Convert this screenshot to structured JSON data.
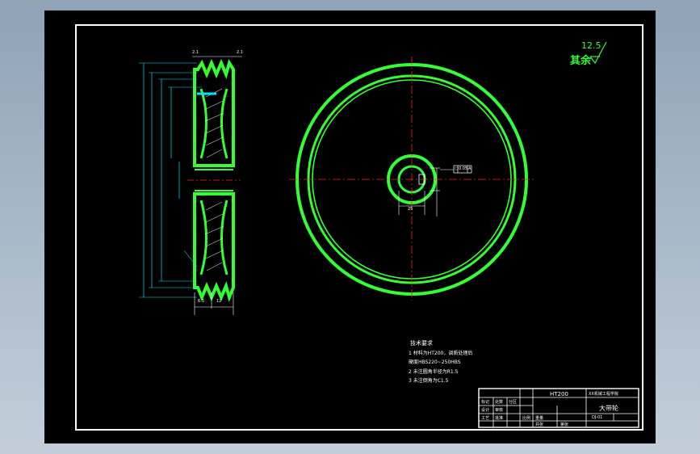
{
  "surface_finish": {
    "value": "12.5",
    "label": "其余"
  },
  "dimensions": {
    "top_left": "2.1",
    "top_right": "2.1",
    "bottom_left": "6.3",
    "bottom_right": "12"
  },
  "hub_detail": {
    "bore_label": "25"
  },
  "tolerance_frame": {
    "symbol": "○",
    "value": "0.05",
    "datum": "A"
  },
  "notes": {
    "title": "技术要求",
    "lines": [
      "1 材料为HT200，调质处理后",
      "  硬度HBS220~250HBS",
      "2 未注圆角半径为R1.5",
      "3 未注倒角为C1.5"
    ]
  },
  "title_block": {
    "material": "HT200",
    "school": "XX机械工程学院",
    "part_name": "大带轮",
    "drawing_no": "DJ-01",
    "cells": [
      "标记",
      "处数",
      "分区",
      "设计",
      "审核",
      "工艺",
      "批准",
      "比例",
      "重量",
      "共张",
      "第张"
    ]
  },
  "colors": {
    "part_outline": "#33ff33",
    "center_line": "#ff2020",
    "dimension": "#00e5ff",
    "text": "#ffffff",
    "background": "#000000"
  }
}
